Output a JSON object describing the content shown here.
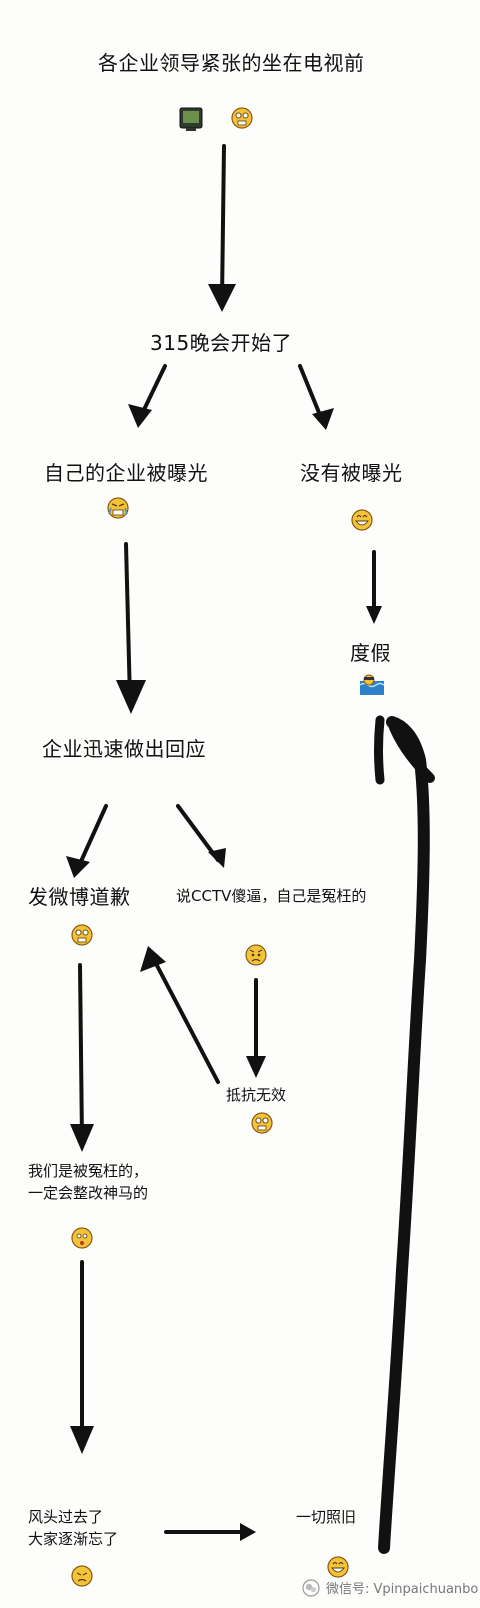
{
  "nodes": {
    "leaders": "各企业领导紧张的坐在电视前",
    "show_start": "315晚会开始了",
    "exposed": "自己的企业被曝光",
    "not_exposed": "没有被曝光",
    "vacation": "度假",
    "respond": "企业迅速做出回应",
    "apologize": "发微博道歉",
    "blame_cctv": "说CCTV傻逼，自己是冤枉的",
    "resist_fail": "抵抗无效",
    "wronged": "我们是被冤枉的，\n一定会整改神马的",
    "blown_over": "风头过去了\n大家逐渐忘了",
    "as_before": "一切照旧"
  },
  "icons": {
    "tv": "tv-icon",
    "nervous": "nervous-emoji-icon",
    "crying": "crying-emoji-icon",
    "grin": "grin-emoji-icon",
    "swimming": "swimming-emoji-icon",
    "wechat": "wechat-logo-icon"
  },
  "watermark": {
    "text": "微信号: Vpinpaichuanbo"
  },
  "colors": {
    "background": "#fdfdfc",
    "ink": "#111111",
    "emoji_yellow": "#f3c43a",
    "emoji_outline": "#8a5a12"
  }
}
